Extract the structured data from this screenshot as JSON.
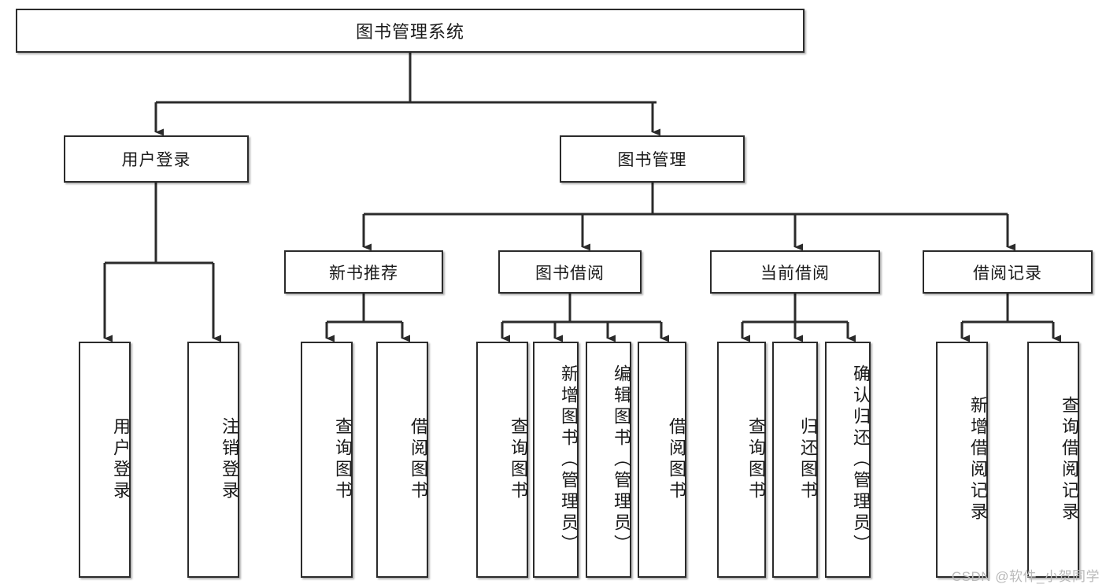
{
  "diagram": {
    "title": "图书管理系统",
    "type": "tree",
    "root": {
      "label": "图书管理系统"
    },
    "level2": [
      {
        "label": "用户登录"
      },
      {
        "label": "图书管理"
      }
    ],
    "level3": [
      {
        "label": "新书推荐"
      },
      {
        "label": "图书借阅"
      },
      {
        "label": "当前借阅"
      },
      {
        "label": "借阅记录"
      }
    ],
    "leaves": {
      "user_login": [
        {
          "label": "用户登录"
        },
        {
          "label": "注销登录"
        }
      ],
      "new_book_recommend": [
        {
          "label": "查询图书"
        },
        {
          "label": "借阅图书"
        }
      ],
      "book_borrow": [
        {
          "label": "查询图书"
        },
        {
          "label": "新增图书（管理员）"
        },
        {
          "label": "编辑图书（管理员）"
        },
        {
          "label": "借阅图书"
        }
      ],
      "current_borrow": [
        {
          "label": "查询图书"
        },
        {
          "label": "归还图书"
        },
        {
          "label": "确认归还（管理员）"
        }
      ],
      "borrow_record": [
        {
          "label": "新增借阅记录"
        },
        {
          "label": "查询借阅记录"
        }
      ]
    }
  },
  "watermark": {
    "text": "CSDN @软件_小贺同学"
  },
  "colors": {
    "border": "#2b2b2b",
    "background": "#ffffff",
    "text": "#1a1a1a",
    "watermark": "#b9b9b9"
  }
}
